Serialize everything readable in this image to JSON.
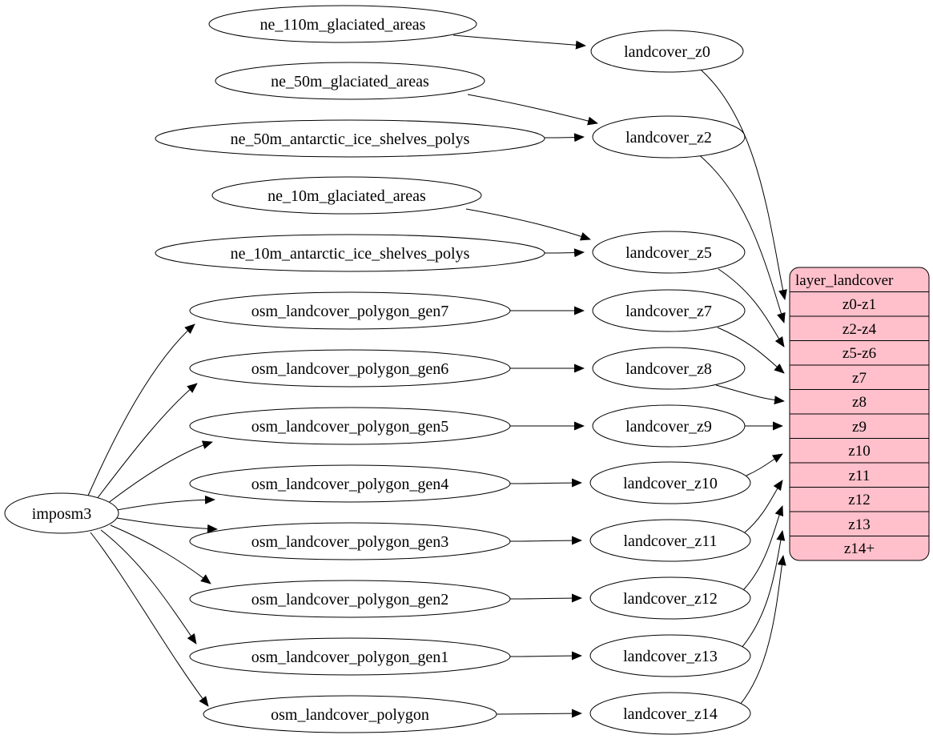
{
  "nodes": {
    "imposm3": "imposm3",
    "ne_110m_glaciated_areas": "ne_110m_glaciated_areas",
    "ne_50m_glaciated_areas": "ne_50m_glaciated_areas",
    "ne_50m_antarctic_ice_shelves_polys": "ne_50m_antarctic_ice_shelves_polys",
    "ne_10m_glaciated_areas": "ne_10m_glaciated_areas",
    "ne_10m_antarctic_ice_shelves_polys": "ne_10m_antarctic_ice_shelves_polys",
    "osm_landcover_polygon_gen7": "osm_landcover_polygon_gen7",
    "osm_landcover_polygon_gen6": "osm_landcover_polygon_gen6",
    "osm_landcover_polygon_gen5": "osm_landcover_polygon_gen5",
    "osm_landcover_polygon_gen4": "osm_landcover_polygon_gen4",
    "osm_landcover_polygon_gen3": "osm_landcover_polygon_gen3",
    "osm_landcover_polygon_gen2": "osm_landcover_polygon_gen2",
    "osm_landcover_polygon_gen1": "osm_landcover_polygon_gen1",
    "osm_landcover_polygon": "osm_landcover_polygon",
    "landcover_z0": "landcover_z0",
    "landcover_z2": "landcover_z2",
    "landcover_z5": "landcover_z5",
    "landcover_z7": "landcover_z7",
    "landcover_z8": "landcover_z8",
    "landcover_z9": "landcover_z9",
    "landcover_z10": "landcover_z10",
    "landcover_z11": "landcover_z11",
    "landcover_z12": "landcover_z12",
    "landcover_z13": "landcover_z13",
    "landcover_z14": "landcover_z14"
  },
  "record": {
    "title": "layer_landcover",
    "rows": [
      "z0-z1",
      "z2-z4",
      "z5-z6",
      "z7",
      "z8",
      "z9",
      "z10",
      "z11",
      "z12",
      "z13",
      "z14+"
    ],
    "fill": "#ffc0cb",
    "stroke": "#000000"
  },
  "edges": [
    {
      "from": "ne_110m_glaciated_areas",
      "to": "landcover_z0"
    },
    {
      "from": "ne_50m_glaciated_areas",
      "to": "landcover_z2"
    },
    {
      "from": "ne_50m_antarctic_ice_shelves_polys",
      "to": "landcover_z2"
    },
    {
      "from": "ne_10m_glaciated_areas",
      "to": "landcover_z5"
    },
    {
      "from": "ne_10m_antarctic_ice_shelves_polys",
      "to": "landcover_z5"
    },
    {
      "from": "imposm3",
      "to": "osm_landcover_polygon_gen7"
    },
    {
      "from": "imposm3",
      "to": "osm_landcover_polygon_gen6"
    },
    {
      "from": "imposm3",
      "to": "osm_landcover_polygon_gen5"
    },
    {
      "from": "imposm3",
      "to": "osm_landcover_polygon_gen4"
    },
    {
      "from": "imposm3",
      "to": "osm_landcover_polygon_gen3"
    },
    {
      "from": "imposm3",
      "to": "osm_landcover_polygon_gen2"
    },
    {
      "from": "imposm3",
      "to": "osm_landcover_polygon_gen1"
    },
    {
      "from": "imposm3",
      "to": "osm_landcover_polygon"
    },
    {
      "from": "osm_landcover_polygon_gen7",
      "to": "landcover_z7"
    },
    {
      "from": "osm_landcover_polygon_gen6",
      "to": "landcover_z8"
    },
    {
      "from": "osm_landcover_polygon_gen5",
      "to": "landcover_z9"
    },
    {
      "from": "osm_landcover_polygon_gen4",
      "to": "landcover_z10"
    },
    {
      "from": "osm_landcover_polygon_gen3",
      "to": "landcover_z11"
    },
    {
      "from": "osm_landcover_polygon_gen2",
      "to": "landcover_z12"
    },
    {
      "from": "osm_landcover_polygon_gen1",
      "to": "landcover_z13"
    },
    {
      "from": "osm_landcover_polygon",
      "to": "landcover_z14"
    },
    {
      "from": "landcover_z0",
      "to": "layer_landcover:z0-z1"
    },
    {
      "from": "landcover_z2",
      "to": "layer_landcover:z2-z4"
    },
    {
      "from": "landcover_z5",
      "to": "layer_landcover:z5-z6"
    },
    {
      "from": "landcover_z7",
      "to": "layer_landcover:z7"
    },
    {
      "from": "landcover_z8",
      "to": "layer_landcover:z8"
    },
    {
      "from": "landcover_z9",
      "to": "layer_landcover:z9"
    },
    {
      "from": "landcover_z10",
      "to": "layer_landcover:z10"
    },
    {
      "from": "landcover_z11",
      "to": "layer_landcover:z11"
    },
    {
      "from": "landcover_z12",
      "to": "layer_landcover:z12"
    },
    {
      "from": "landcover_z13",
      "to": "layer_landcover:z13"
    },
    {
      "from": "landcover_z14",
      "to": "layer_landcover:z14+"
    }
  ]
}
